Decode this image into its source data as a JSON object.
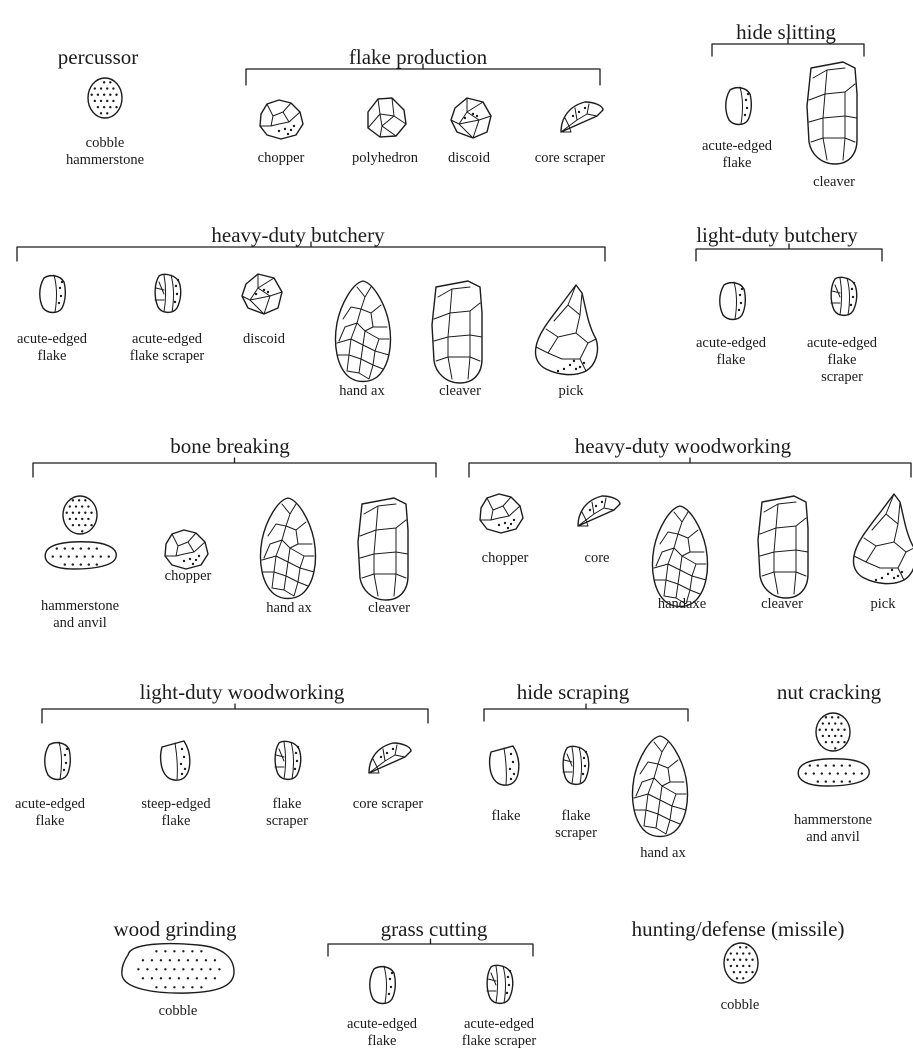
{
  "groups": [
    {
      "id": "percussor",
      "title": "percussor",
      "tools": [
        {
          "id": "hammerstone",
          "label": "cobble\nhammerstone",
          "shape": "stippled-cobble"
        }
      ]
    },
    {
      "id": "flake-production",
      "title": "flake production",
      "tools": [
        {
          "id": "chopper",
          "label": "chopper",
          "shape": "chopper"
        },
        {
          "id": "polyhedron",
          "label": "polyhedron",
          "shape": "polyhedron"
        },
        {
          "id": "discoid",
          "label": "discoid",
          "shape": "discoid"
        },
        {
          "id": "core-scraper",
          "label": "core scraper",
          "shape": "core-scraper"
        }
      ]
    },
    {
      "id": "hide-slitting",
      "title": "hide slitting",
      "tools": [
        {
          "id": "flake",
          "label": "acute-edged\nflake",
          "shape": "flake"
        },
        {
          "id": "cleaver",
          "label": "cleaver",
          "shape": "cleaver"
        }
      ]
    },
    {
      "id": "heavy-duty-butchery",
      "title": "heavy-duty butchery",
      "tools": [
        {
          "id": "flake",
          "label": "acute-edged\nflake",
          "shape": "flake"
        },
        {
          "id": "flake-scraper",
          "label": "acute-edged\nflake scraper",
          "shape": "flake-scraper"
        },
        {
          "id": "discoid",
          "label": "discoid",
          "shape": "discoid"
        },
        {
          "id": "hand-ax",
          "label": "hand ax",
          "shape": "hand-ax"
        },
        {
          "id": "cleaver",
          "label": "cleaver",
          "shape": "cleaver"
        },
        {
          "id": "pick",
          "label": "pick",
          "shape": "pick"
        }
      ]
    },
    {
      "id": "light-duty-butchery",
      "title": "light-duty butchery",
      "tools": [
        {
          "id": "flake",
          "label": "acute-edged\nflake",
          "shape": "flake"
        },
        {
          "id": "flake-scraper",
          "label": "acute-edged\nflake scraper",
          "shape": "flake-scraper"
        }
      ]
    },
    {
      "id": "bone-breaking",
      "title": "bone breaking",
      "tools": [
        {
          "id": "hammerstone-anvil",
          "label": "hammerstone\nand anvil",
          "shape": "hammer-anvil"
        },
        {
          "id": "chopper",
          "label": "chopper",
          "shape": "chopper"
        },
        {
          "id": "hand-ax",
          "label": "hand ax",
          "shape": "hand-ax"
        },
        {
          "id": "cleaver",
          "label": "cleaver",
          "shape": "cleaver"
        }
      ]
    },
    {
      "id": "heavy-duty-woodworking",
      "title": "heavy-duty woodworking",
      "tools": [
        {
          "id": "chopper",
          "label": "chopper",
          "shape": "chopper"
        },
        {
          "id": "core",
          "label": "core",
          "shape": "core-scraper"
        },
        {
          "id": "handaxe",
          "label": "handaxe",
          "shape": "hand-ax"
        },
        {
          "id": "cleaver",
          "label": "cleaver",
          "shape": "cleaver"
        },
        {
          "id": "pick",
          "label": "pick",
          "shape": "pick"
        }
      ]
    },
    {
      "id": "light-duty-woodworking",
      "title": "light-duty woodworking",
      "tools": [
        {
          "id": "flake",
          "label": "acute-edged\nflake",
          "shape": "flake"
        },
        {
          "id": "steep-flake",
          "label": "steep-edged\nflake",
          "shape": "steep-flake"
        },
        {
          "id": "flake-scraper",
          "label": "flake\nscraper",
          "shape": "flake-scraper"
        },
        {
          "id": "core-scraper",
          "label": "core scraper",
          "shape": "core-scraper"
        }
      ]
    },
    {
      "id": "hide-scraping",
      "title": "hide scraping",
      "tools": [
        {
          "id": "flake",
          "label": "flake",
          "shape": "steep-flake"
        },
        {
          "id": "flake-scraper",
          "label": "flake\nscraper",
          "shape": "flake-scraper"
        },
        {
          "id": "hand-ax",
          "label": "hand ax",
          "shape": "hand-ax"
        }
      ]
    },
    {
      "id": "nut-cracking",
      "title": "nut cracking",
      "tools": [
        {
          "id": "hammerstone-anvil",
          "label": "hammerstone\nand anvil",
          "shape": "hammer-anvil"
        }
      ]
    },
    {
      "id": "wood-grinding",
      "title": "wood grinding",
      "tools": [
        {
          "id": "cobble",
          "label": "cobble",
          "shape": "big-cobble"
        }
      ]
    },
    {
      "id": "grass-cutting",
      "title": "grass cutting",
      "tools": [
        {
          "id": "flake",
          "label": "acute-edged\nflake",
          "shape": "flake"
        },
        {
          "id": "flake-scraper",
          "label": "acute-edged\nflake scraper",
          "shape": "flake-scraper"
        }
      ]
    },
    {
      "id": "hunting-defense",
      "title": "hunting/defense (missile)",
      "tools": [
        {
          "id": "cobble",
          "label": "cobble",
          "shape": "stippled-cobble"
        }
      ]
    }
  ],
  "colors": {
    "ink": "#1c1c1c",
    "background": "#ffffff"
  }
}
